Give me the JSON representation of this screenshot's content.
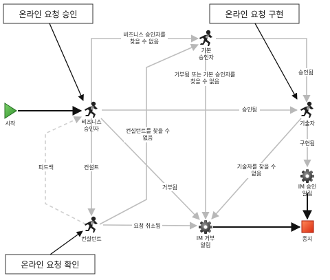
{
  "callouts": {
    "approval": "온라인 요청 승인",
    "implement": "온라인 요청 구현",
    "confirm": "온라인 요청 확인"
  },
  "nodes": {
    "start": "시작",
    "biz_approver": [
      "비즈니스",
      "승인자"
    ],
    "basic_approver": [
      "기본",
      "승인자"
    ],
    "technician": "기술자",
    "consultant": "컨설턴트",
    "notify_approve": [
      "IM 승인",
      "알림"
    ],
    "notify_reject": [
      "IM 거부",
      "알림"
    ],
    "end": "종지"
  },
  "edge_labels": {
    "biz_not_found": [
      "비즈니스 승인자를",
      "찾을 수 없음"
    ],
    "rejected_or_basic_not_found": [
      "거부됨 또는 기본 승인자를",
      "찾을 수 없음"
    ],
    "approved_top": "승인됨",
    "approved_mid": "승인됨",
    "consultant_not_found": [
      "컨설턴트를 찾을 수",
      "없음"
    ],
    "feedback": "피드백",
    "consult": "컨설트",
    "rejected": "거부됨",
    "tech_not_found": [
      "기술자를 찾을 수",
      "없음"
    ],
    "implemented": "구현됨",
    "request_cancelled": "요청 취소됨"
  },
  "colors": {
    "start": "#3aa637",
    "end": "#e8401c",
    "edge": "#bdbdbd",
    "edge_dark": "#111111",
    "dashed": "#cfcfcf"
  },
  "icons": {
    "approver": "running-person-icon",
    "notify": "gear-icon",
    "start": "play-triangle-icon",
    "end": "stop-square-icon"
  }
}
